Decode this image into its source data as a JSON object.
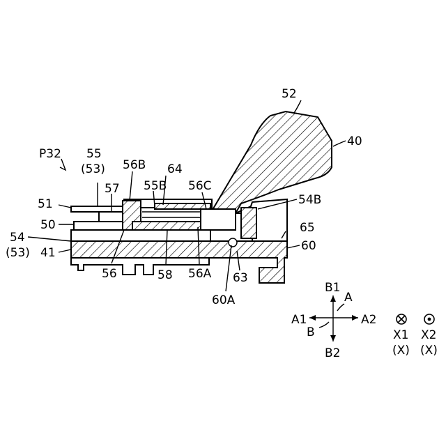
{
  "figure": {
    "labels": {
      "l52": "52",
      "l40": "40",
      "lP32": "P32",
      "l55": "55",
      "l53a": "(53)",
      "l56B": "56B",
      "l64": "64",
      "l57": "57",
      "l55B": "55B",
      "l56C": "56C",
      "l54B": "54B",
      "l51": "51",
      "l50": "50",
      "l65": "65",
      "l54": "54",
      "l53b": "(53)",
      "l41": "41",
      "l60": "60",
      "l56": "56",
      "l58": "58",
      "l56A": "56A",
      "l63": "63",
      "l60A": "60A"
    }
  },
  "legend": {
    "B1": "B1",
    "A": "A",
    "A1": "A1",
    "A2": "A2",
    "B": "B",
    "B2": "B2",
    "X1": "X1",
    "X1sub": "(X)",
    "X2": "X2",
    "X2sub": "(X)",
    "x1_symbol": "into-page-symbol",
    "x2_symbol": "out-of-page-symbol"
  }
}
